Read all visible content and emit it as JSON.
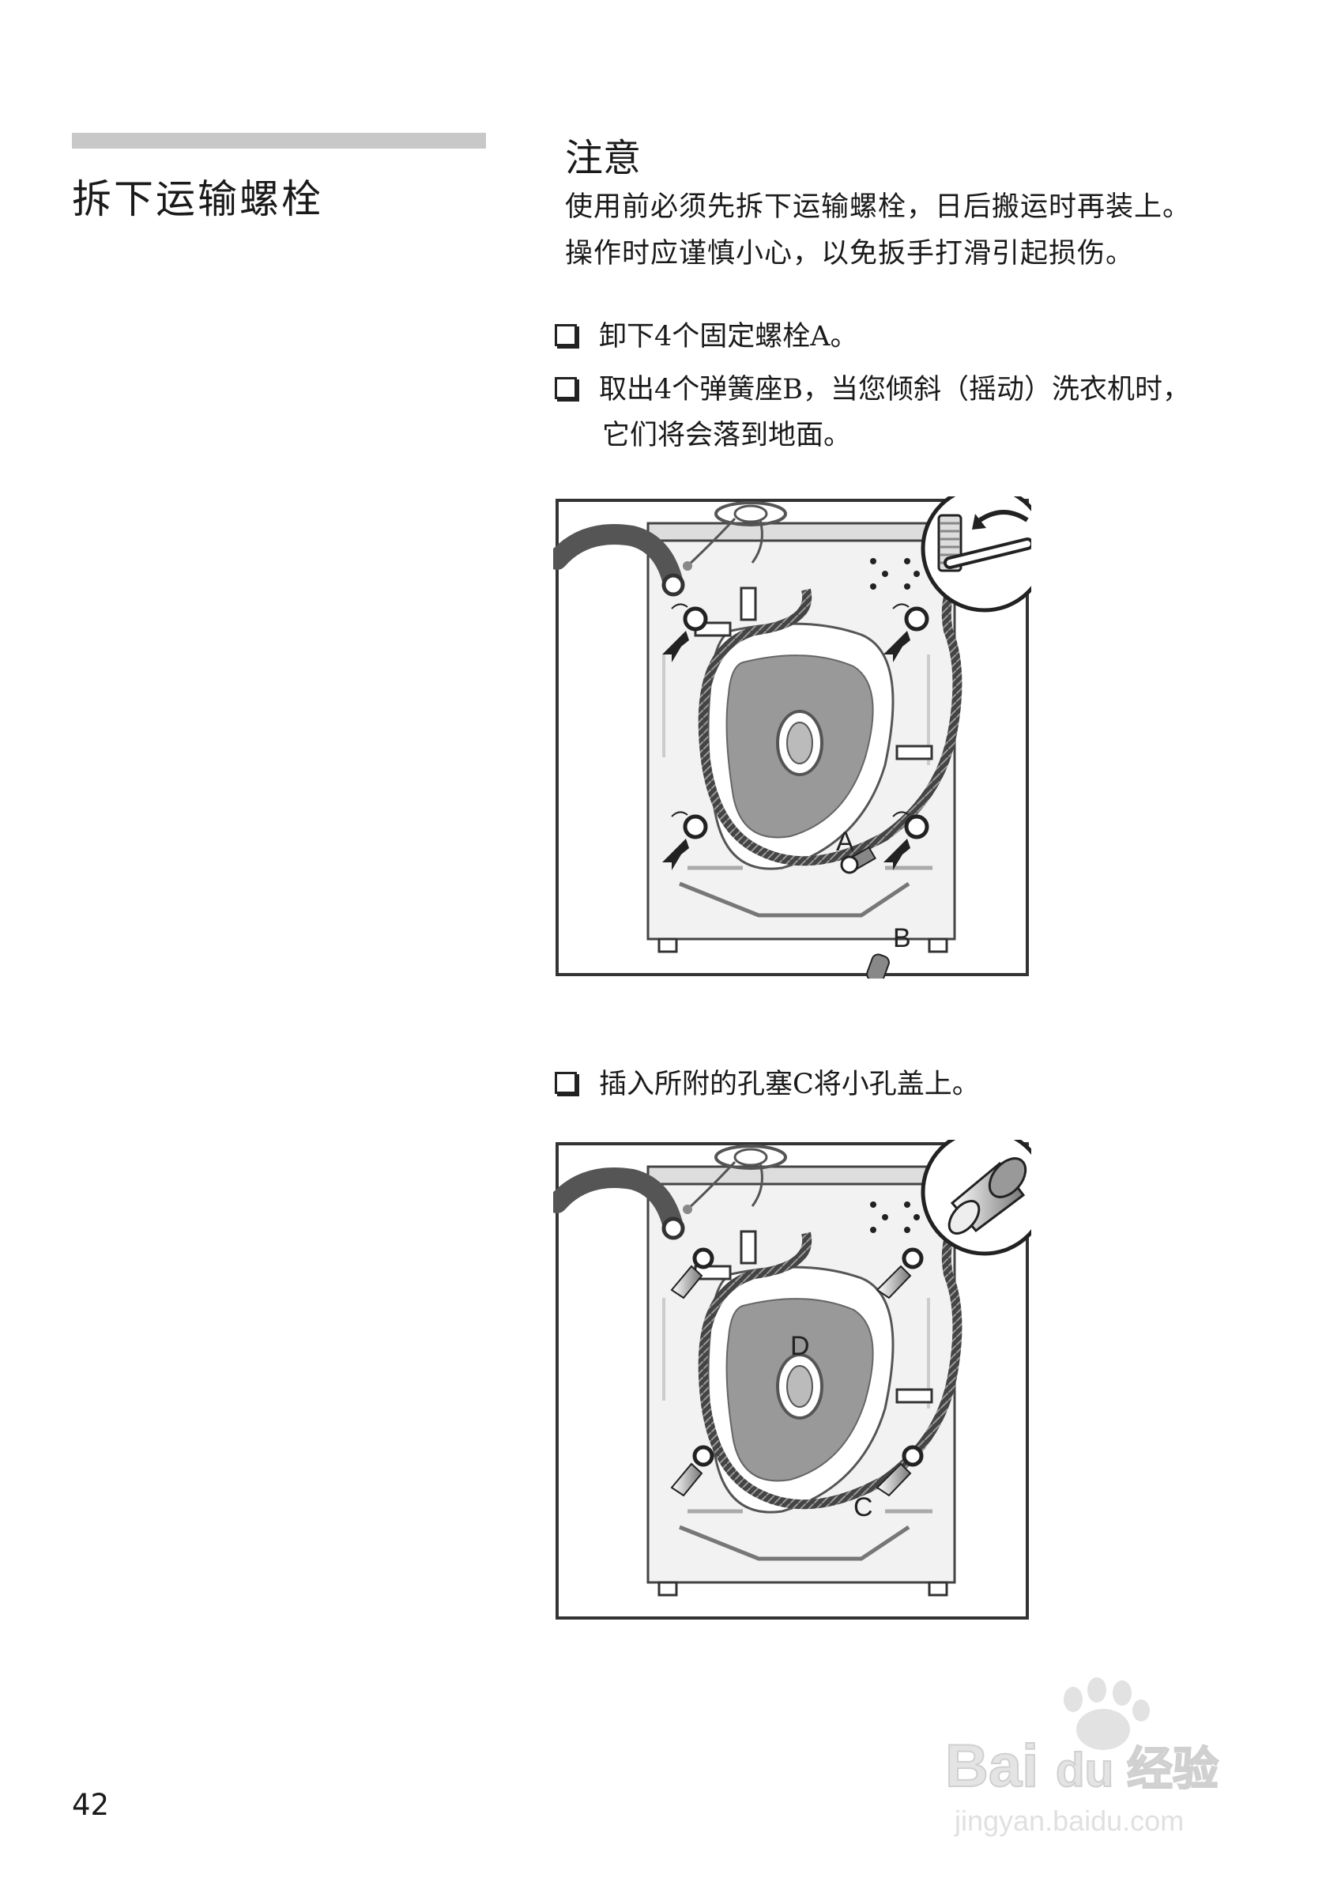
{
  "section": {
    "title": "拆下运输螺栓"
  },
  "note": {
    "heading": "注意",
    "lines": [
      "使用前必须先拆下运输螺栓，日后搬运时再装上。",
      "操作时应谨慎小心，以免扳手打滑引起损伤。"
    ]
  },
  "steps": [
    {
      "text": "卸下4个固定螺栓A。"
    },
    {
      "text": "取出4个弹簧座B，当您倾斜（摇动）洗衣机时，",
      "continuation": "它们将会落到地面。"
    },
    {
      "text": "插入所附的孔塞C将小孔盖上。"
    }
  ],
  "figure1": {
    "label_a": "A",
    "label_b": "B"
  },
  "figure2": {
    "label_c": "C",
    "label_d": "D"
  },
  "page_number": "42",
  "watermark": {
    "brand": "Bai",
    "brand_tail": "du",
    "product": "经验",
    "url": "jingyan.baidu.com"
  }
}
